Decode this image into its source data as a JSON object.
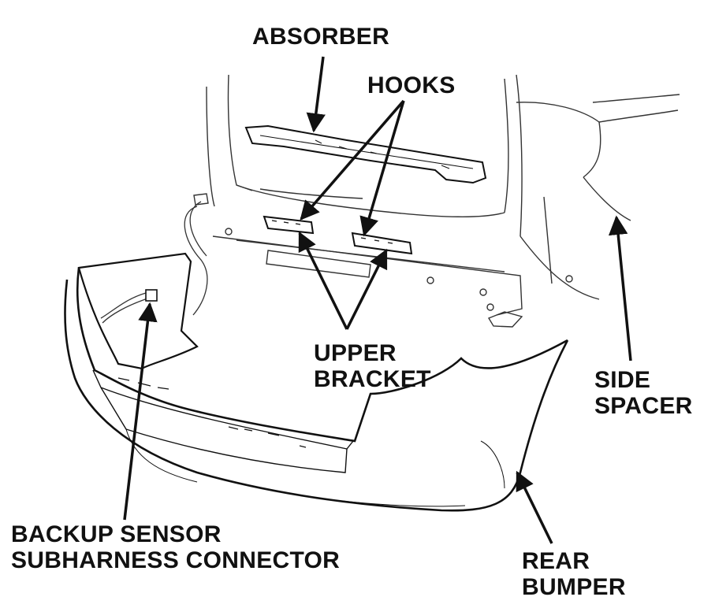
{
  "labels": {
    "absorber": "ABSORBER",
    "hooks": "HOOKS",
    "upper_bracket": [
      "UPPER",
      "BRACKET"
    ],
    "side_spacer": [
      "SIDE",
      "SPACER"
    ],
    "backup_sensor": [
      "BACKUP SENSOR",
      "SUBHARNESS CONNECTOR"
    ],
    "rear_bumper": [
      "REAR",
      "BUMPER"
    ]
  },
  "colors": {
    "ink": "#111111",
    "thin_ink": "#333333",
    "background": "#ffffff"
  }
}
